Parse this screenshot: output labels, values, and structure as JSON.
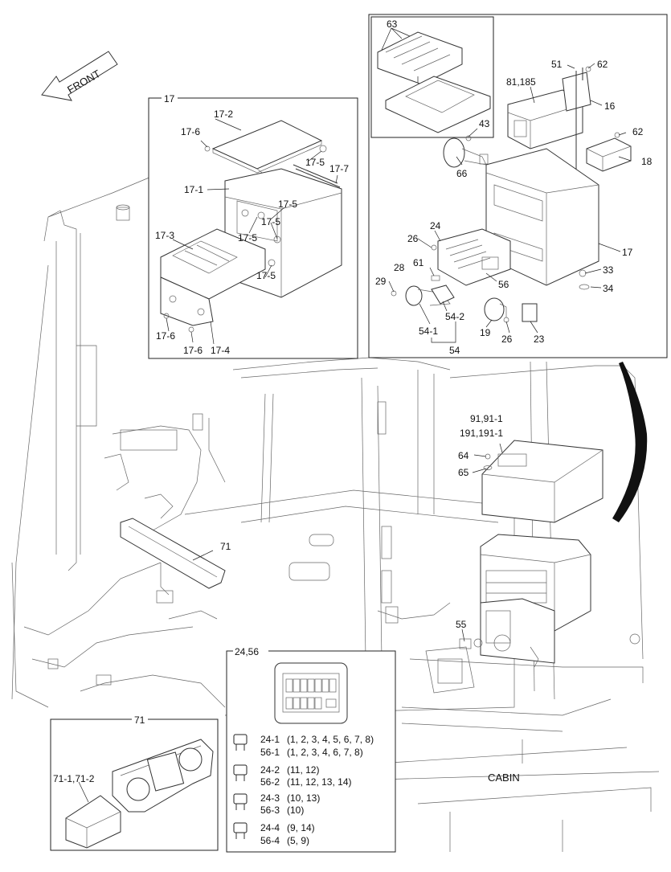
{
  "front_label": "FRONT",
  "cabin_label": "CABIN",
  "inset17": {
    "title": "17",
    "parts": [
      "17-2",
      "17-6",
      "17-5",
      "17-7",
      "17-1",
      "17-5",
      "17-5",
      "17-5",
      "17-3",
      "17-5",
      "17-6",
      "17-6",
      "17-4"
    ]
  },
  "inset_top": {
    "parts": [
      "63",
      "51",
      "62",
      "81,185",
      "16",
      "43",
      "62",
      "66",
      "18",
      "24",
      "26",
      "17",
      "61",
      "28",
      "33",
      "29",
      "56",
      "34",
      "54-2",
      "54-1",
      "19",
      "26",
      "23",
      "54"
    ]
  },
  "main": {
    "parts": [
      "91,91-1",
      "191,191-1",
      "64",
      "65",
      "71",
      "55"
    ]
  },
  "inset71": {
    "title": "71",
    "part": "71-1,71-2"
  },
  "inset_fuse": {
    "title": "24,56",
    "rows": [
      {
        "a": "24-1",
        "a_list": "(1, 2, 3, 4, 5, 6, 7, 8)",
        "b": "56-1",
        "b_list": "(1, 2, 3, 4, 6, 7, 8)"
      },
      {
        "a": "24-2",
        "a_list": "(11, 12)",
        "b": "56-2",
        "b_list": "(11, 12, 13, 14)"
      },
      {
        "a": "24-3",
        "a_list": "(10, 13)",
        "b": "56-3",
        "b_list": "(10)"
      },
      {
        "a": "24-4",
        "a_list": "(9, 14)",
        "b": "56-4",
        "b_list": "(5, 9)"
      }
    ]
  }
}
